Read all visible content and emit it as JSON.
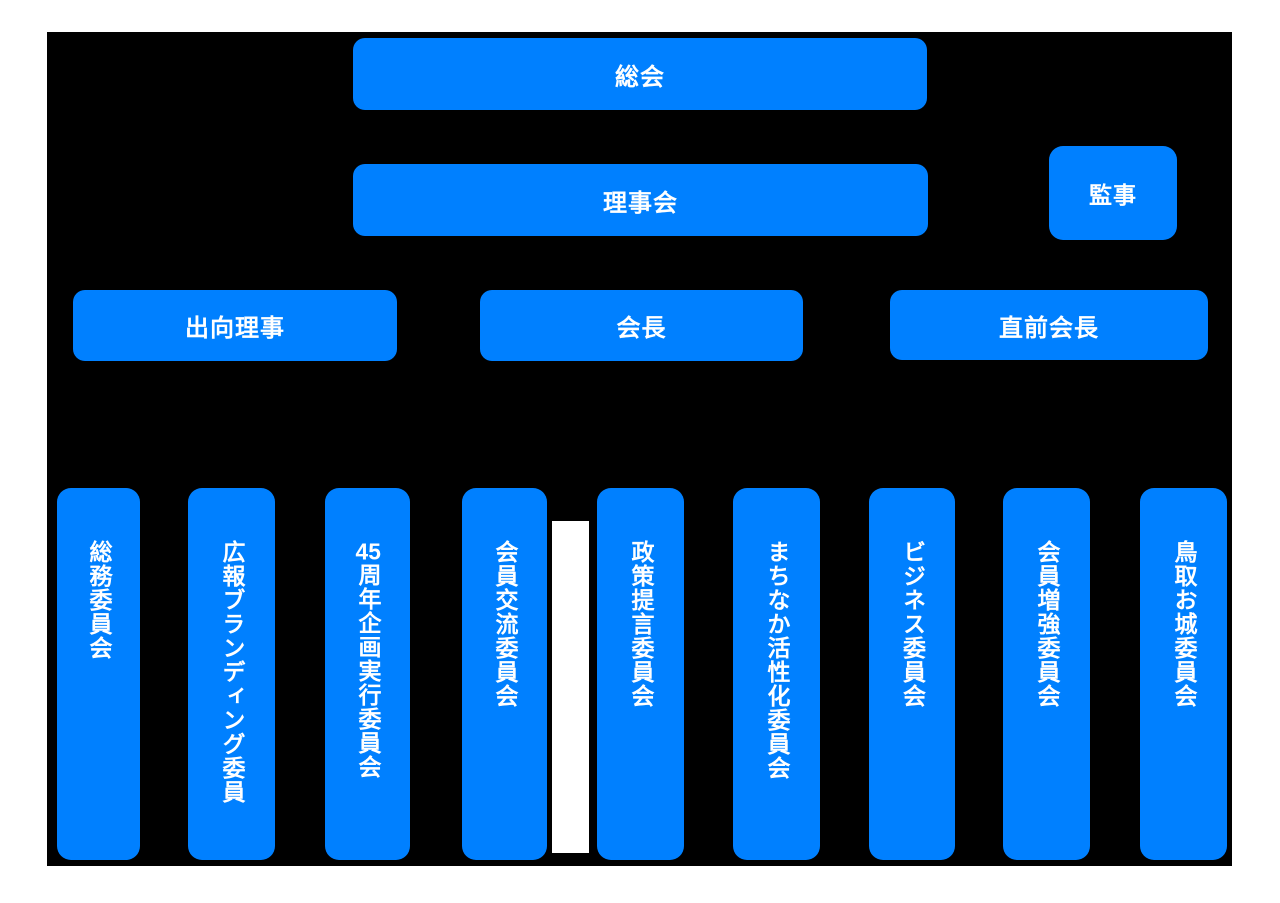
{
  "colors": {
    "page_background": "#ffffff",
    "panel_background": "#000000",
    "node_fill": "#0080ff",
    "node_text": "#ffffff",
    "placeholder_fill": "#ffffff"
  },
  "org_chart": {
    "general_assembly": {
      "label": "総会"
    },
    "board_of_directors": {
      "label": "理事会"
    },
    "auditor": {
      "label": "監事"
    },
    "dispatched_director": {
      "label": "出向理事"
    },
    "president": {
      "label": "会長"
    },
    "immediate_past_president": {
      "label": "直前会長"
    },
    "committees": [
      {
        "label": "総務委員会"
      },
      {
        "label": "広報ブランディング委員"
      },
      {
        "num": "45",
        "label": "周年企画実行委員会"
      },
      {
        "label": "会員交流委員会"
      },
      {
        "label": "政策提言委員会"
      },
      {
        "label": "まちなか活性化委員会"
      },
      {
        "label": "ビジネス委員会"
      },
      {
        "label": "会員増強委員会"
      },
      {
        "label": "鳥取お城委員会"
      }
    ]
  }
}
